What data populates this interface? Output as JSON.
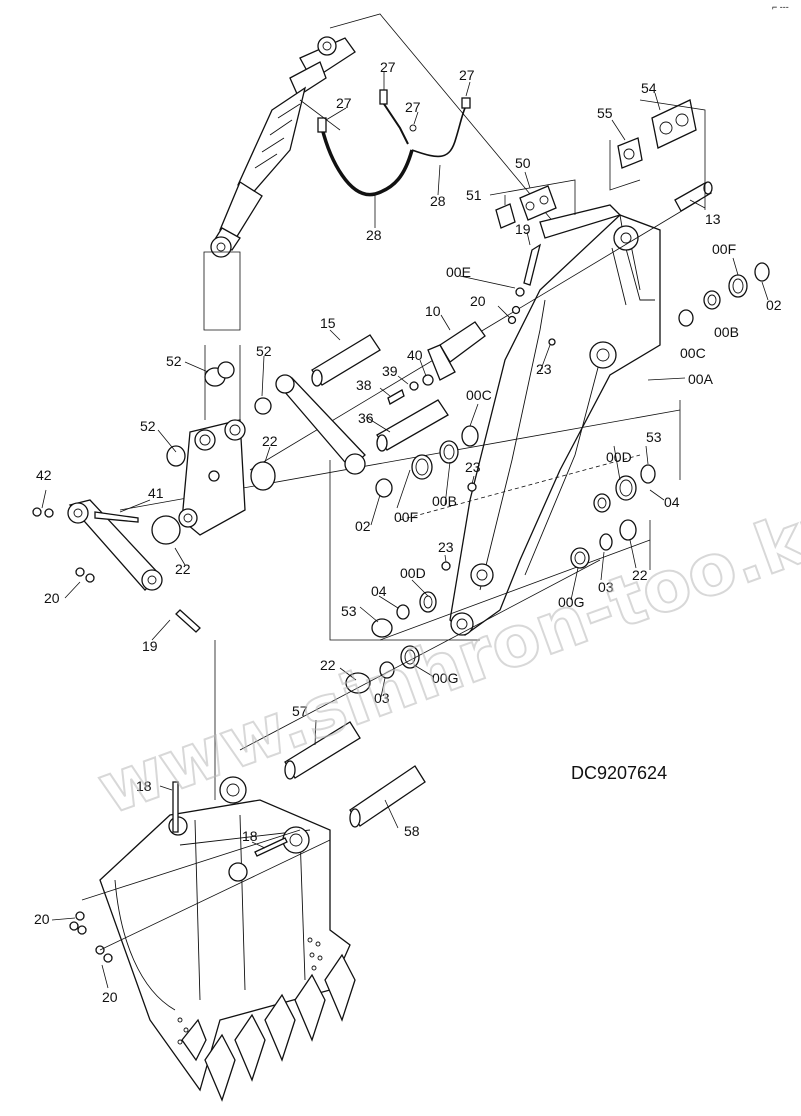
{
  "diagram_code": "DC9207624",
  "watermark": "www.sinhron-too.kz",
  "corner_mark": "⌐ ---",
  "labels": [
    {
      "id": "l27a",
      "text": "27"
    },
    {
      "id": "l27b",
      "text": "27"
    },
    {
      "id": "l27c",
      "text": "27"
    },
    {
      "id": "l27d",
      "text": "27"
    },
    {
      "id": "l28a",
      "text": "28"
    },
    {
      "id": "l28b",
      "text": "28"
    },
    {
      "id": "l54",
      "text": "54"
    },
    {
      "id": "l55",
      "text": "55"
    },
    {
      "id": "l50",
      "text": "50"
    },
    {
      "id": "l51",
      "text": "51"
    },
    {
      "id": "l19a",
      "text": "19"
    },
    {
      "id": "l13",
      "text": "13"
    },
    {
      "id": "l00E",
      "text": "00E"
    },
    {
      "id": "l00Fa",
      "text": "00F"
    },
    {
      "id": "l02a",
      "text": "02"
    },
    {
      "id": "l20a",
      "text": "20"
    },
    {
      "id": "l10",
      "text": "10"
    },
    {
      "id": "l15",
      "text": "15"
    },
    {
      "id": "l00B_a",
      "text": "00B"
    },
    {
      "id": "l00C_a",
      "text": "00C"
    },
    {
      "id": "l52a",
      "text": "52"
    },
    {
      "id": "l52b",
      "text": "52"
    },
    {
      "id": "l40",
      "text": "40"
    },
    {
      "id": "l39",
      "text": "39"
    },
    {
      "id": "l38",
      "text": "38"
    },
    {
      "id": "l23a",
      "text": "23"
    },
    {
      "id": "l00A",
      "text": "00A"
    },
    {
      "id": "l36",
      "text": "36"
    },
    {
      "id": "l00C_b",
      "text": "00C"
    },
    {
      "id": "l52c",
      "text": "52"
    },
    {
      "id": "l22a",
      "text": "22"
    },
    {
      "id": "l53a",
      "text": "53"
    },
    {
      "id": "l00Da",
      "text": "00D"
    },
    {
      "id": "l23b",
      "text": "23"
    },
    {
      "id": "l42",
      "text": "42"
    },
    {
      "id": "l41",
      "text": "41"
    },
    {
      "id": "l02b",
      "text": "02"
    },
    {
      "id": "l00Fb",
      "text": "00F"
    },
    {
      "id": "l00B_b",
      "text": "00B"
    },
    {
      "id": "l04a",
      "text": "04"
    },
    {
      "id": "l22b",
      "text": "22"
    },
    {
      "id": "l23c",
      "text": "23"
    },
    {
      "id": "l00Db",
      "text": "00D"
    },
    {
      "id": "l20b",
      "text": "20"
    },
    {
      "id": "l04b",
      "text": "04"
    },
    {
      "id": "l03a",
      "text": "03"
    },
    {
      "id": "l22c",
      "text": "22"
    },
    {
      "id": "l00Ga",
      "text": "00G"
    },
    {
      "id": "l53b",
      "text": "53"
    },
    {
      "id": "l19b",
      "text": "19"
    },
    {
      "id": "l22d",
      "text": "22"
    },
    {
      "id": "l03b",
      "text": "03"
    },
    {
      "id": "l00Gb",
      "text": "00G"
    },
    {
      "id": "l57",
      "text": "57"
    },
    {
      "id": "l18a",
      "text": "18"
    },
    {
      "id": "l58",
      "text": "58"
    },
    {
      "id": "l18b",
      "text": "18"
    },
    {
      "id": "l20c",
      "text": "20"
    },
    {
      "id": "l20d",
      "text": "20"
    }
  ]
}
